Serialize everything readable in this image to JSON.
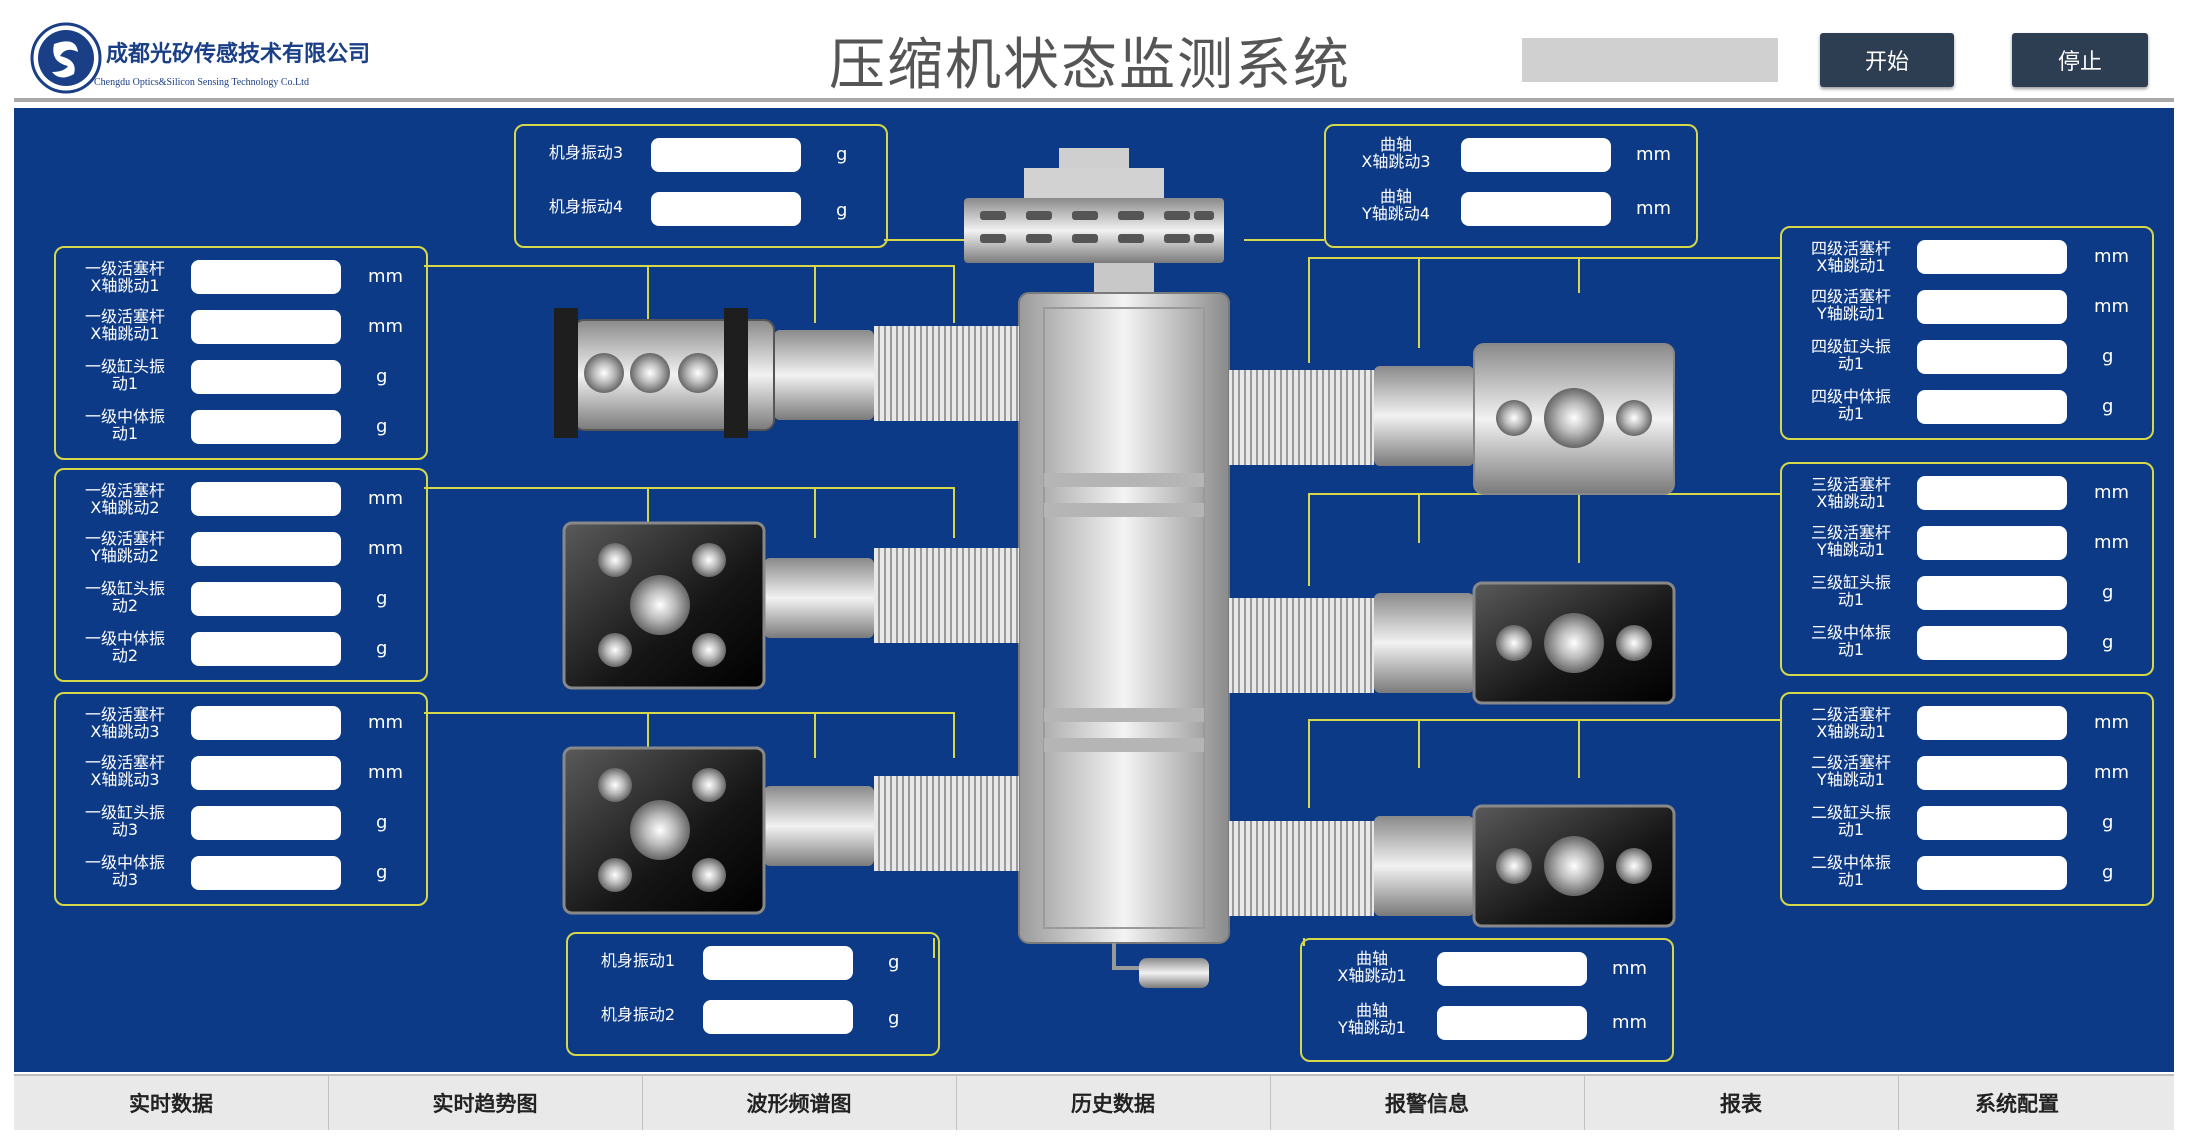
{
  "header": {
    "company_cn": "成都光矽传感技术有限公司",
    "company_en": "Chengdu Optics&Silicon Sensing Technology Co.Ltd",
    "title": "压缩机状态监测系统",
    "start_label": "开始",
    "stop_label": "停止",
    "status_value": ""
  },
  "panels": {
    "top_left": [
      {
        "label": [
          "机身振动3"
        ],
        "unit": "g",
        "value": ""
      },
      {
        "label": [
          "机身振动4"
        ],
        "unit": "g",
        "value": ""
      }
    ],
    "top_right": [
      {
        "label": [
          "曲轴",
          "X轴跳动3"
        ],
        "unit": "mm",
        "value": ""
      },
      {
        "label": [
          "曲轴",
          "Y轴跳动4"
        ],
        "unit": "mm",
        "value": ""
      }
    ],
    "left_1": [
      {
        "label": [
          "一级活塞杆",
          "X轴跳动1"
        ],
        "unit": "mm",
        "value": ""
      },
      {
        "label": [
          "一级活塞杆",
          "X轴跳动1"
        ],
        "unit": "mm",
        "value": ""
      },
      {
        "label": [
          "一级缸头振",
          "动1"
        ],
        "unit": "g",
        "value": ""
      },
      {
        "label": [
          "一级中体振",
          "动1"
        ],
        "unit": "g",
        "value": ""
      }
    ],
    "left_2": [
      {
        "label": [
          "一级活塞杆",
          "X轴跳动2"
        ],
        "unit": "mm",
        "value": ""
      },
      {
        "label": [
          "一级活塞杆",
          "Y轴跳动2"
        ],
        "unit": "mm",
        "value": ""
      },
      {
        "label": [
          "一级缸头振",
          "动2"
        ],
        "unit": "g",
        "value": ""
      },
      {
        "label": [
          "一级中体振",
          "动2"
        ],
        "unit": "g",
        "value": ""
      }
    ],
    "left_3": [
      {
        "label": [
          "一级活塞杆",
          "X轴跳动3"
        ],
        "unit": "mm",
        "value": ""
      },
      {
        "label": [
          "一级活塞杆",
          "X轴跳动3"
        ],
        "unit": "mm",
        "value": ""
      },
      {
        "label": [
          "一级缸头振",
          "动3"
        ],
        "unit": "g",
        "value": ""
      },
      {
        "label": [
          "一级中体振",
          "动3"
        ],
        "unit": "g",
        "value": ""
      }
    ],
    "right_4": [
      {
        "label": [
          "四级活塞杆",
          "X轴跳动1"
        ],
        "unit": "mm",
        "value": ""
      },
      {
        "label": [
          "四级活塞杆",
          "Y轴跳动1"
        ],
        "unit": "mm",
        "value": ""
      },
      {
        "label": [
          "四级缸头振",
          "动1"
        ],
        "unit": "g",
        "value": ""
      },
      {
        "label": [
          "四级中体振",
          "动1"
        ],
        "unit": "g",
        "value": ""
      }
    ],
    "right_3": [
      {
        "label": [
          "三级活塞杆",
          "X轴跳动1"
        ],
        "unit": "mm",
        "value": ""
      },
      {
        "label": [
          "三级活塞杆",
          "Y轴跳动1"
        ],
        "unit": "mm",
        "value": ""
      },
      {
        "label": [
          "三级缸头振",
          "动1"
        ],
        "unit": "g",
        "value": ""
      },
      {
        "label": [
          "三级中体振",
          "动1"
        ],
        "unit": "g",
        "value": ""
      }
    ],
    "right_2": [
      {
        "label": [
          "二级活塞杆",
          "X轴跳动1"
        ],
        "unit": "mm",
        "value": ""
      },
      {
        "label": [
          "二级活塞杆",
          "Y轴跳动1"
        ],
        "unit": "mm",
        "value": ""
      },
      {
        "label": [
          "二级缸头振",
          "动1"
        ],
        "unit": "g",
        "value": ""
      },
      {
        "label": [
          "二级中体振",
          "动1"
        ],
        "unit": "g",
        "value": ""
      }
    ],
    "bottom_left": [
      {
        "label": [
          "机身振动1"
        ],
        "unit": "g",
        "value": ""
      },
      {
        "label": [
          "机身振动2"
        ],
        "unit": "g",
        "value": ""
      }
    ],
    "bottom_right": [
      {
        "label": [
          "曲轴",
          "X轴跳动1"
        ],
        "unit": "mm",
        "value": ""
      },
      {
        "label": [
          "曲轴",
          "Y轴跳动1"
        ],
        "unit": "mm",
        "value": ""
      }
    ]
  },
  "tabs": [
    "实时数据",
    "实时趋势图",
    "波形频谱图",
    "历史数据",
    "报警信息",
    "报表",
    "系统配置"
  ],
  "colors": {
    "background": "#0c3a86",
    "panel_border": "#d6d84a",
    "button": "#2d3e53",
    "title": "#555555"
  }
}
